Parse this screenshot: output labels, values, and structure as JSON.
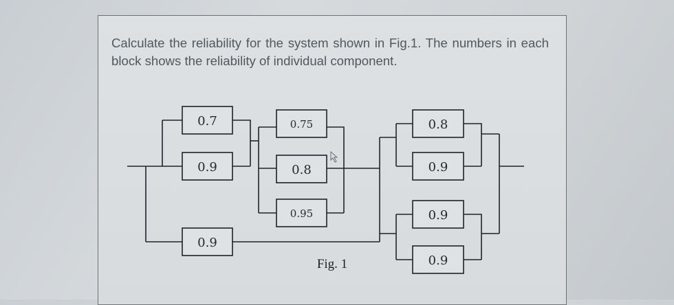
{
  "question": "Calculate the reliability for the system shown in Fig.1. The numbers in each block shows the reliability of individual component.",
  "figure_caption": "Fig. 1",
  "blocks": [
    {
      "id": "a1",
      "value": "0.7"
    },
    {
      "id": "a2",
      "value": "0.9"
    },
    {
      "id": "b1",
      "value": "0.75"
    },
    {
      "id": "b2",
      "value": "0.8"
    },
    {
      "id": "b3",
      "value": "0.95"
    },
    {
      "id": "c1",
      "value": "0.9"
    },
    {
      "id": "d1",
      "value": "0.8"
    },
    {
      "id": "d2",
      "value": "0.9"
    },
    {
      "id": "d3",
      "value": "0.9"
    },
    {
      "id": "d4",
      "value": "0.9"
    }
  ]
}
